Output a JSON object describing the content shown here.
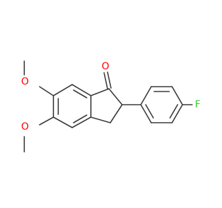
{
  "molecule": {
    "atoms": {
      "carbonyl_oxygen": {
        "symbol": "O",
        "color": "#ff0000"
      },
      "methoxy_oxygen_upper": {
        "symbol": "O",
        "color": "#ff0000"
      },
      "methoxy_oxygen_lower": {
        "symbol": "O",
        "color": "#ff0000"
      },
      "fluorine": {
        "symbol": "F",
        "color": "#33cc33"
      }
    },
    "bond_color": "#3a3a3a"
  }
}
